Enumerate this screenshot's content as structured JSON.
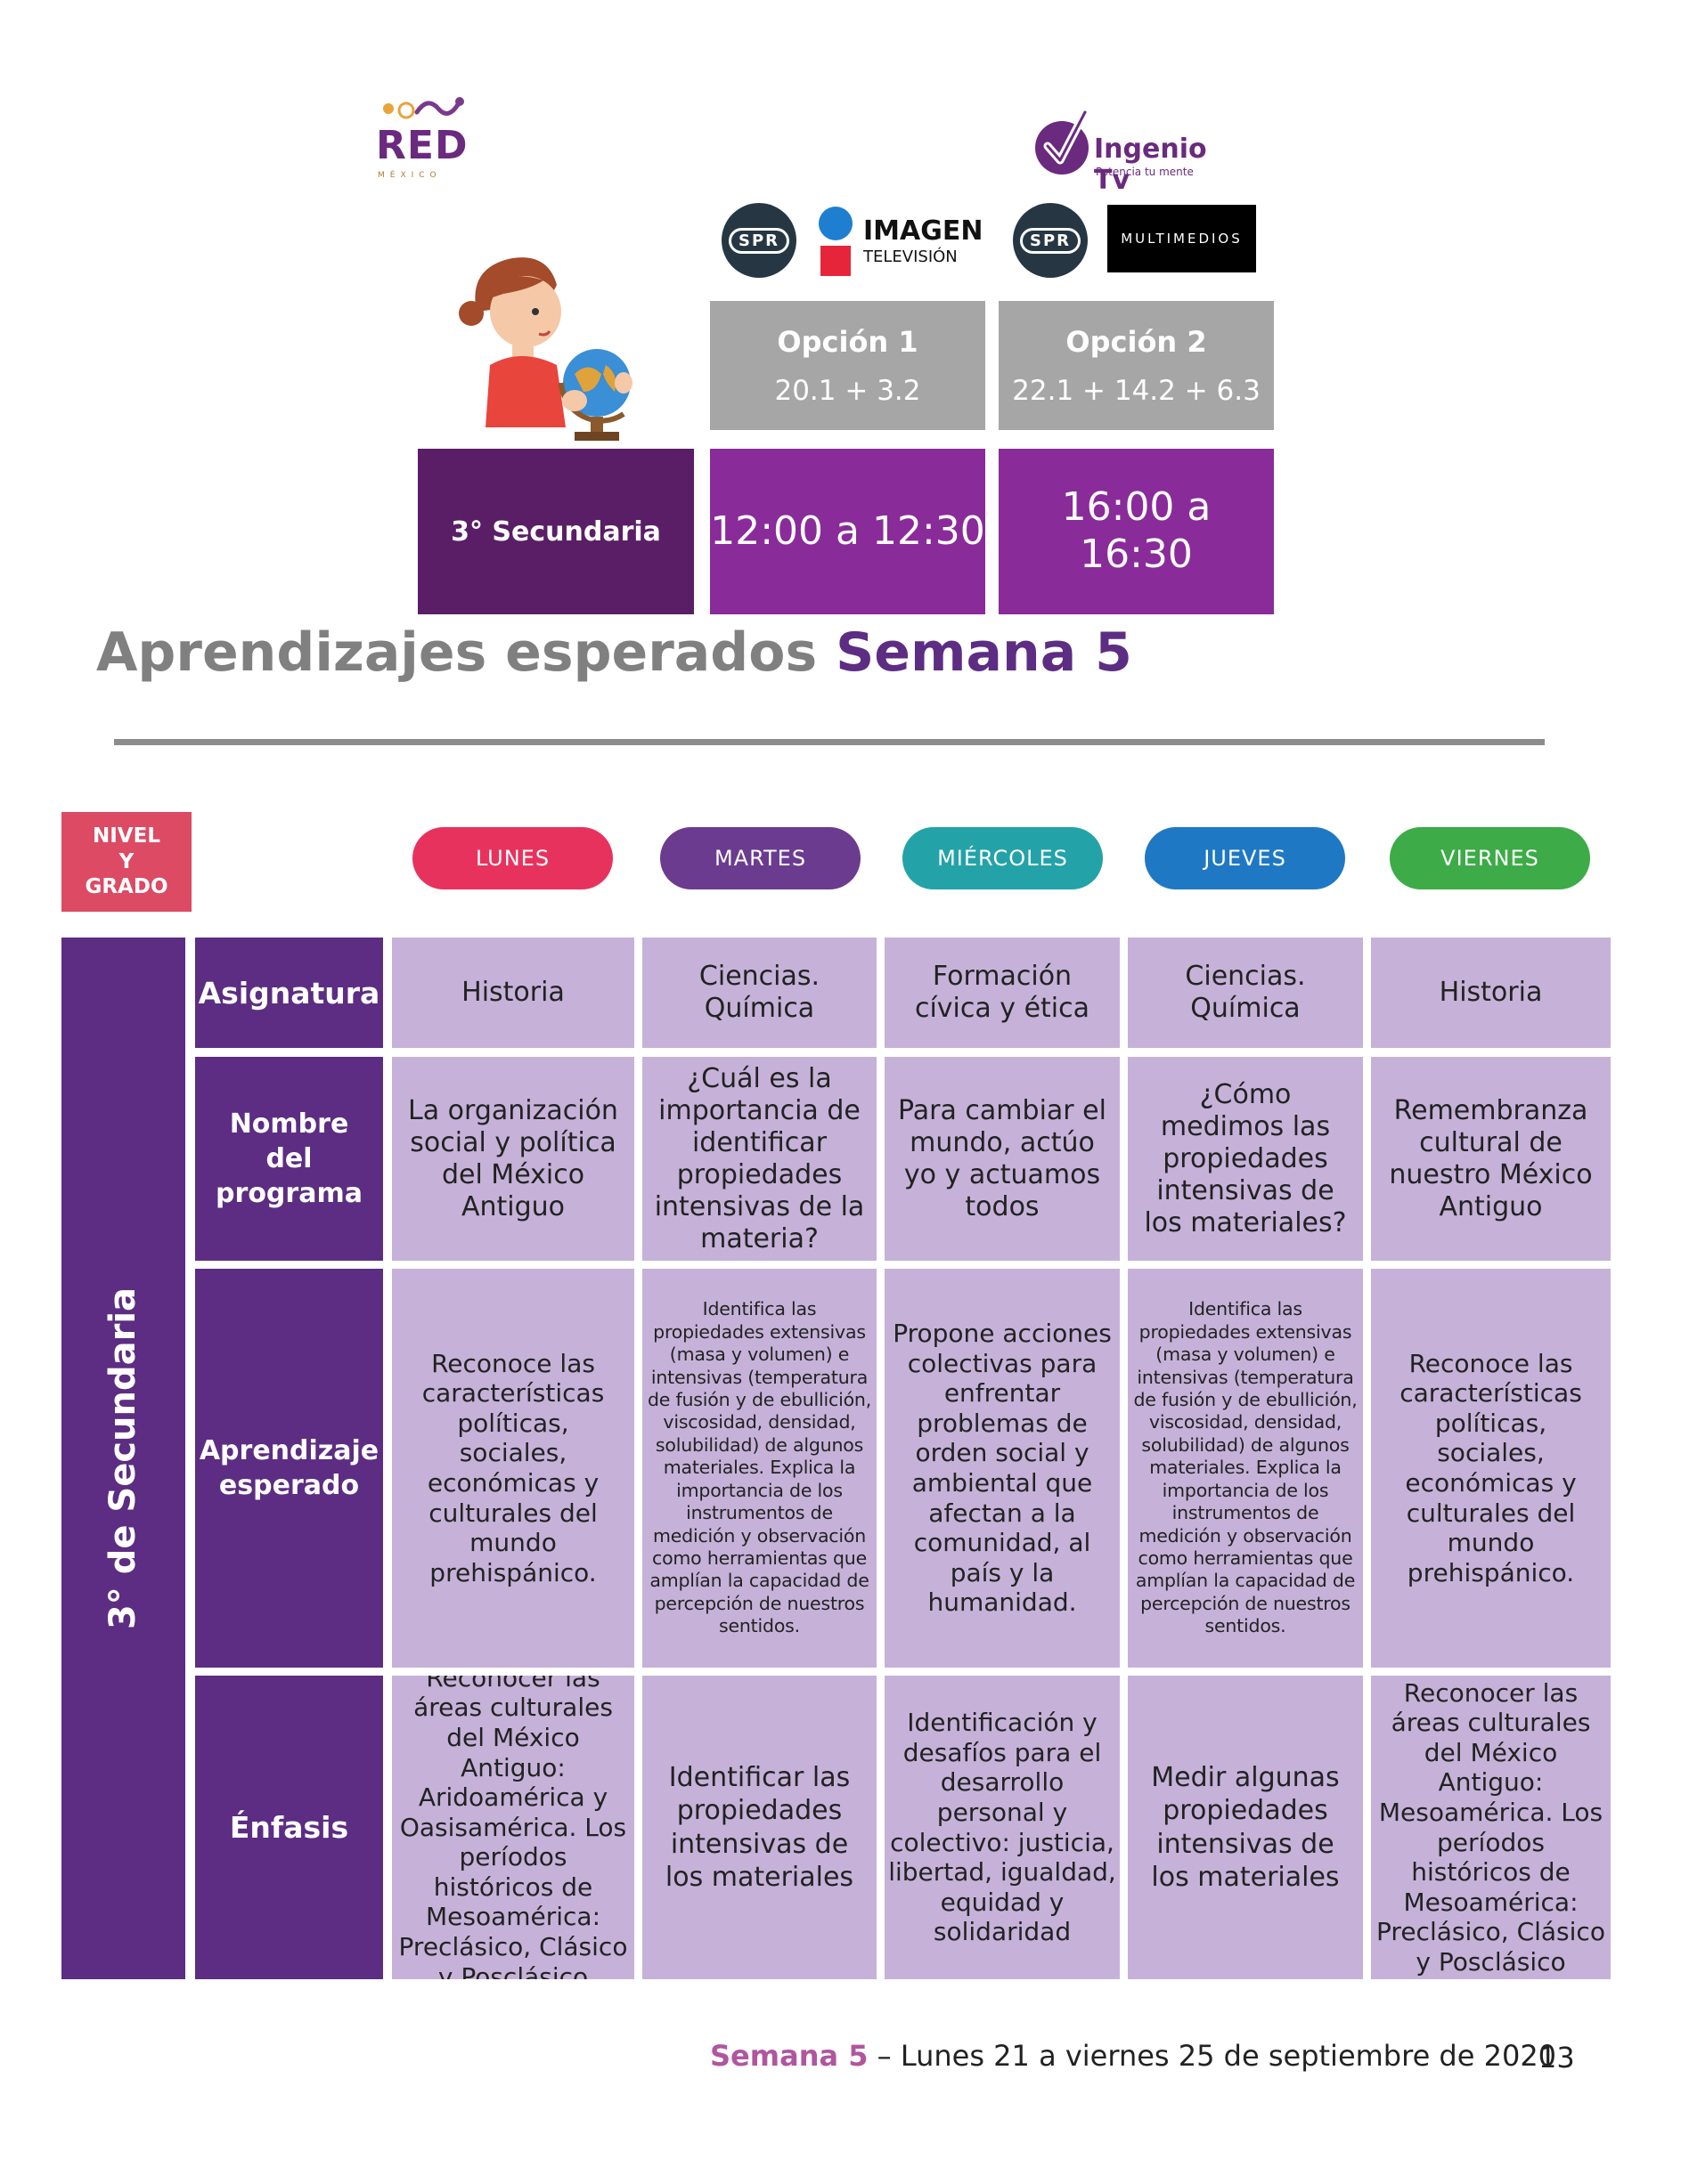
{
  "logos": {
    "red": {
      "text": "RED",
      "sub": "MÉXICO"
    },
    "ingenio": {
      "text": "Ingenio Tv",
      "sub": "Potencia tu mente"
    },
    "spr": "SPR",
    "imagen": {
      "line1": "IMAGEN",
      "line2": "TELEVISIÓN"
    },
    "multimedios": "MULTIMEDIOS"
  },
  "schedule": {
    "option1": {
      "title": "Opción 1",
      "channels": "20.1  +  3.2",
      "time": "12:00 a 12:30"
    },
    "option2": {
      "title": "Opción 2",
      "channels": "22.1 + 14.2  + 6.3",
      "time_line1": "16:00 a",
      "time_line2": "16:30"
    },
    "grade": "3° Secundaria"
  },
  "heading": {
    "main": "Aprendizajes esperados ",
    "accent": "Semana 5"
  },
  "table": {
    "nivel_label": [
      "NIVEL",
      "Y",
      "GRADO"
    ],
    "days": [
      {
        "label": "LUNES",
        "color": "#e8325e"
      },
      {
        "label": "MARTES",
        "color": "#6b3b8f"
      },
      {
        "label": "MIÉRCOLES",
        "color": "#23a3a8"
      },
      {
        "label": "JUEVES",
        "color": "#1f78c4"
      },
      {
        "label": "VIERNES",
        "color": "#3dab47"
      }
    ],
    "side_label": "3° de Secundaria",
    "row_headers": [
      "Asignatura",
      "Nombre del programa",
      "Aprendizaje esperado",
      "Énfasis"
    ],
    "asignatura": [
      "Historia",
      "Ciencias. Química",
      "Formación cívica y ética",
      "Ciencias. Química",
      "Historia"
    ],
    "programa": [
      "La organización social y política del México Antiguo",
      "¿Cuál es la importancia de identificar propiedades intensivas de la materia?",
      "Para cambiar el mundo, actúo yo y actuamos todos",
      "¿Cómo medimos las propiedades intensivas de los materiales?",
      "Remembranza cultural de nuestro México Antiguo"
    ],
    "aprendizaje": [
      "Reconoce las características políticas, sociales, económicas y culturales del mundo prehispánico.",
      "Identifica las propiedades extensivas (masa y volumen) e intensivas (temperatura de fusión y de ebullición, viscosidad, densidad, solubilidad) de algunos materiales. Explica la importancia de los instrumentos de medición y observación como herramientas que amplían la capacidad de percepción de nuestros sentidos.",
      "Propone acciones colectivas para enfrentar problemas de orden social y ambiental que afectan a la comunidad, al país y la humanidad.",
      "Identifica las propiedades extensivas (masa y volumen) e intensivas (temperatura de fusión y de ebullición, viscosidad, densidad, solubilidad) de algunos materiales. Explica la importancia de los instrumentos de medición y observación como herramientas que amplían la capacidad de percepción de nuestros sentidos.",
      "Reconoce las características políticas, sociales, económicas y culturales del mundo prehispánico."
    ],
    "enfasis": [
      "Reconocer  las áreas culturales del México Antiguo: Aridoamérica y Oasisamérica. Los períodos históricos de Mesoamérica: Preclásico, Clásico y Posclásico",
      "Identificar las propiedades intensivas de los materiales",
      "Identificación y desafíos para el desarrollo personal y colectivo: justicia, libertad, igualdad, equidad y solidaridad",
      "Medir algunas propiedades intensivas de los materiales",
      "Reconocer  las áreas culturales del México Antiguo: Mesoamérica. Los períodos históricos de Mesoamérica: Preclásico, Clásico y Posclásico"
    ]
  },
  "footer": {
    "accent": "Semana 5",
    "text": " – Lunes 21 a viernes 25 de septiembre de 2020",
    "page": "13"
  }
}
